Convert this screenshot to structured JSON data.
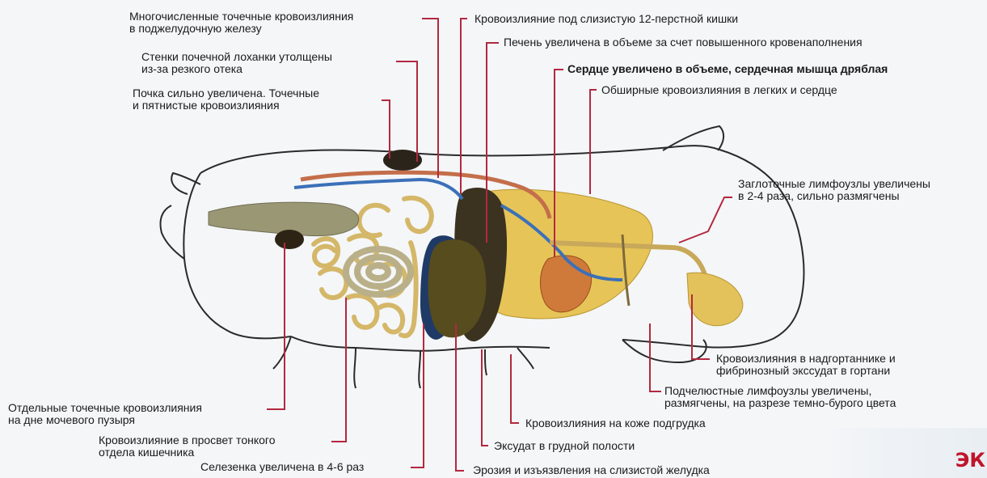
{
  "labels": {
    "pancreas": [
      "Многочисленные точечные кровоизлияния",
      "в поджелудочную железу"
    ],
    "renal_pelvis": [
      "Стенки почечной лоханки утолщены",
      "из-за резкого отека"
    ],
    "kidney": [
      "Почка сильно увеличена. Точечные",
      "и пятнистые кровоизлияния"
    ],
    "duodenum": [
      "Кровоизлияние под слизистую 12-перстной кишки"
    ],
    "liver": [
      "Печень увеличена в объеме за счет повышенного кровенаполнения"
    ],
    "heart": [
      "Сердце увеличено в объеме, сердечная мышца дряблая"
    ],
    "lungs": [
      "Обширные кровоизлияния в легких и сердце"
    ],
    "pharyngeal_nodes": [
      "Заглоточные лимфоузлы увеличены",
      "в 2-4 раза, сильно размягчены"
    ],
    "epiglottis": [
      "Кровоизлияния в надгортаннике и",
      "фибринозный экссудат в гортани"
    ],
    "submandibular_nodes": [
      "Подчелюстные лимфоузлы увеличены,",
      "размягчены, на разрезе темно-бурого цвета"
    ],
    "skin": [
      "Кровоизлияния на коже подгрудка"
    ],
    "exudate": [
      "Эксудат в грудной полости"
    ],
    "stomach": [
      "Эрозия и изъязвления на слизистой желудка"
    ],
    "bladder": [
      "Отдельные точечные кровоизлияния",
      "на дне мочевого пузыря"
    ],
    "intestine": [
      "Кровоизлияние в просвет тонкого",
      "отдела кишечника"
    ],
    "spleen": [
      "Селезенка увеличена в 4-6 раз"
    ]
  },
  "corner_mark": "ЭК",
  "colors": {
    "leader": "#b3283f",
    "outline": "#2a2a2a",
    "intestine": "#d6b86a",
    "liver": "#3d3520",
    "spleen": "#1f3a66",
    "stomach": "#554a1c",
    "lungs": "#d9b240",
    "heart": "#c56a2c",
    "vessel_blue": "#3b70b8",
    "vessel_red": "#c46e4a"
  }
}
